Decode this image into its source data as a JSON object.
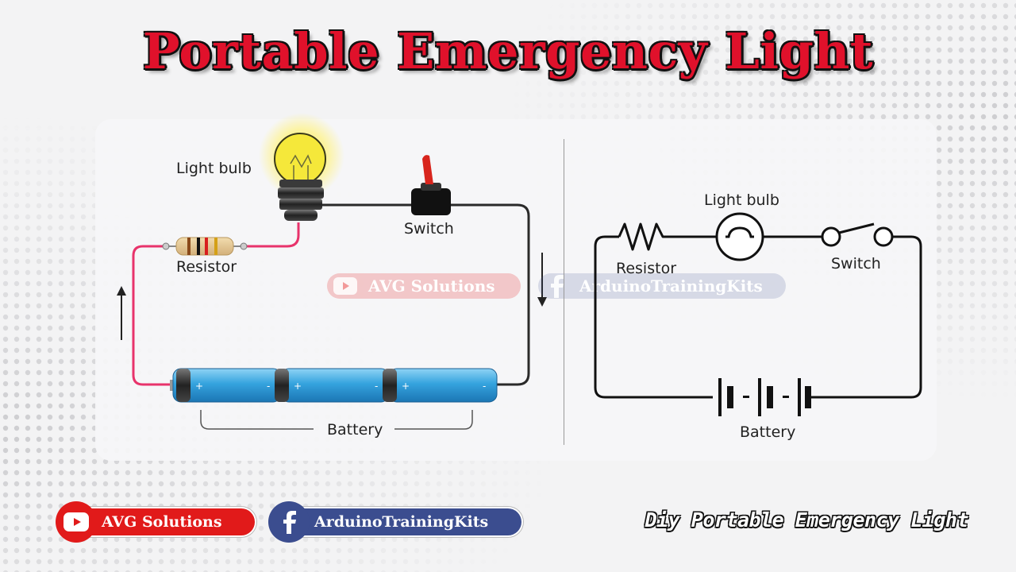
{
  "title": "Portable Emergency Light",
  "pictorial": {
    "bulb_label": "Light bulb",
    "switch_label": "Switch",
    "resistor_label": "Resistor",
    "battery_label": "Battery"
  },
  "schematic": {
    "bulb_label": "Light bulb",
    "resistor_label": "Resistor",
    "switch_label": "Switch",
    "battery_label": "Battery"
  },
  "watermarks": {
    "youtube_text": "AVG Solutions",
    "facebook_text": "ArduinoTrainingKits"
  },
  "footer": {
    "youtube_badge": "AVG Solutions",
    "facebook_badge": "ArduinoTrainingKits",
    "caption": "Diy Portable Emergency Light"
  },
  "colors": {
    "title_red": "#e0112b",
    "wire_red": "#e8336b",
    "wire_black": "#2a2a2a",
    "battery_blue": "#3aa6e0",
    "youtube_red": "#e11a1a",
    "facebook_blue": "#3b4d8f"
  },
  "icons": [
    "youtube-icon",
    "facebook-icon",
    "light-bulb-icon",
    "toggle-switch-icon",
    "resistor-icon",
    "battery-icon"
  ]
}
